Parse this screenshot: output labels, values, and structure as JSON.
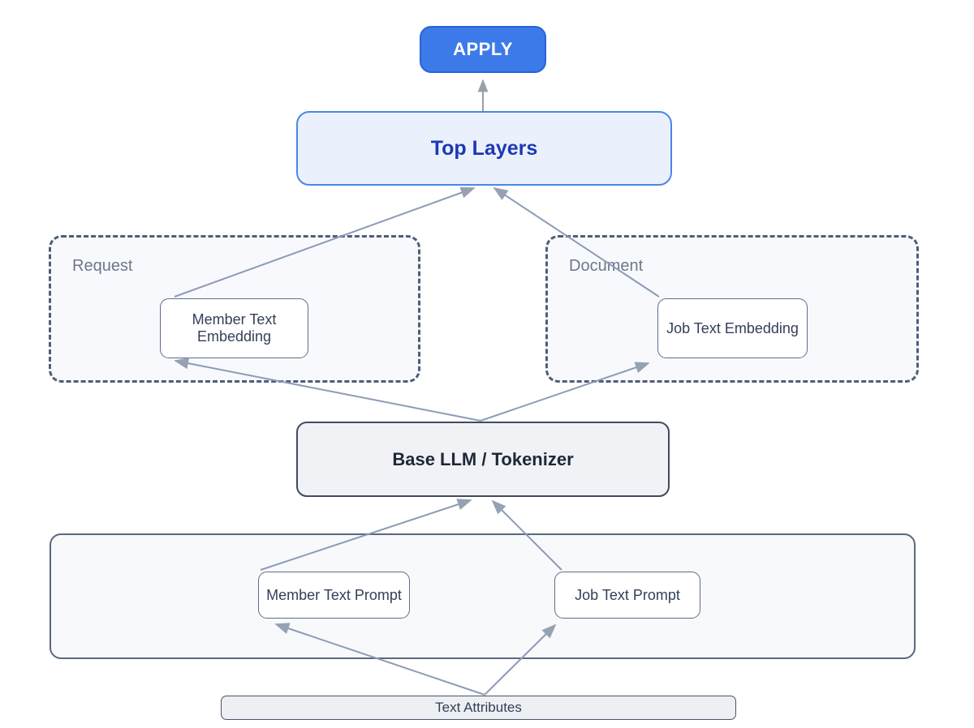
{
  "nodes": {
    "apply": {
      "label": "APPLY"
    },
    "top_layers": {
      "label": "Top Layers"
    },
    "request_group": {
      "label": "Request"
    },
    "member_text_embedding": {
      "label": "Member Text Embedding"
    },
    "document_group": {
      "label": "Document"
    },
    "job_text_embedding": {
      "label": "Job Text Embedding"
    },
    "base_llm": {
      "label": "Base LLM / Tokenizer"
    },
    "member_text_prompt": {
      "label": "Member Text Prompt"
    },
    "job_text_prompt": {
      "label": "Job Text Prompt"
    },
    "text_attributes": {
      "label": "Text Attributes"
    }
  },
  "edges": [
    {
      "from": "top_layers",
      "to": "apply"
    },
    {
      "from": "member_text_embedding",
      "to": "top_layers"
    },
    {
      "from": "job_text_embedding",
      "to": "top_layers"
    },
    {
      "from": "base_llm",
      "to": "member_text_embedding"
    },
    {
      "from": "base_llm",
      "to": "job_text_embedding"
    },
    {
      "from": "member_text_prompt",
      "to": "base_llm"
    },
    {
      "from": "job_text_prompt",
      "to": "base_llm"
    },
    {
      "from": "text_attributes",
      "to": "member_text_prompt"
    },
    {
      "from": "text_attributes",
      "to": "job_text_prompt"
    }
  ],
  "theme": {
    "apply-fill": "#3d7ae9",
    "apply-border": "#2864d8",
    "apply-text": "#ffffff",
    "toplayers-fill": "#eaf1fd",
    "toplayers-border": "#4a86ea",
    "toplayers-text": "#1c38b2",
    "group-fill": "#f7f9fc",
    "group-border": "#4f5d78",
    "group-label": "#6e7889",
    "node-border": "#5e6d8c",
    "node-text": "#333f58",
    "base-fill": "#f0f2f5",
    "base-border": "#3f4b61",
    "base-text": "#1f2839",
    "container-fill": "#f7f9fb",
    "container-border": "#5a687e",
    "attr-fill": "#edeff2",
    "attr-border": "#47546b",
    "edge-line": "#8c9bb7",
    "edge-head": "#96a1b2",
    "edge-gray": "#9aa0a6"
  }
}
